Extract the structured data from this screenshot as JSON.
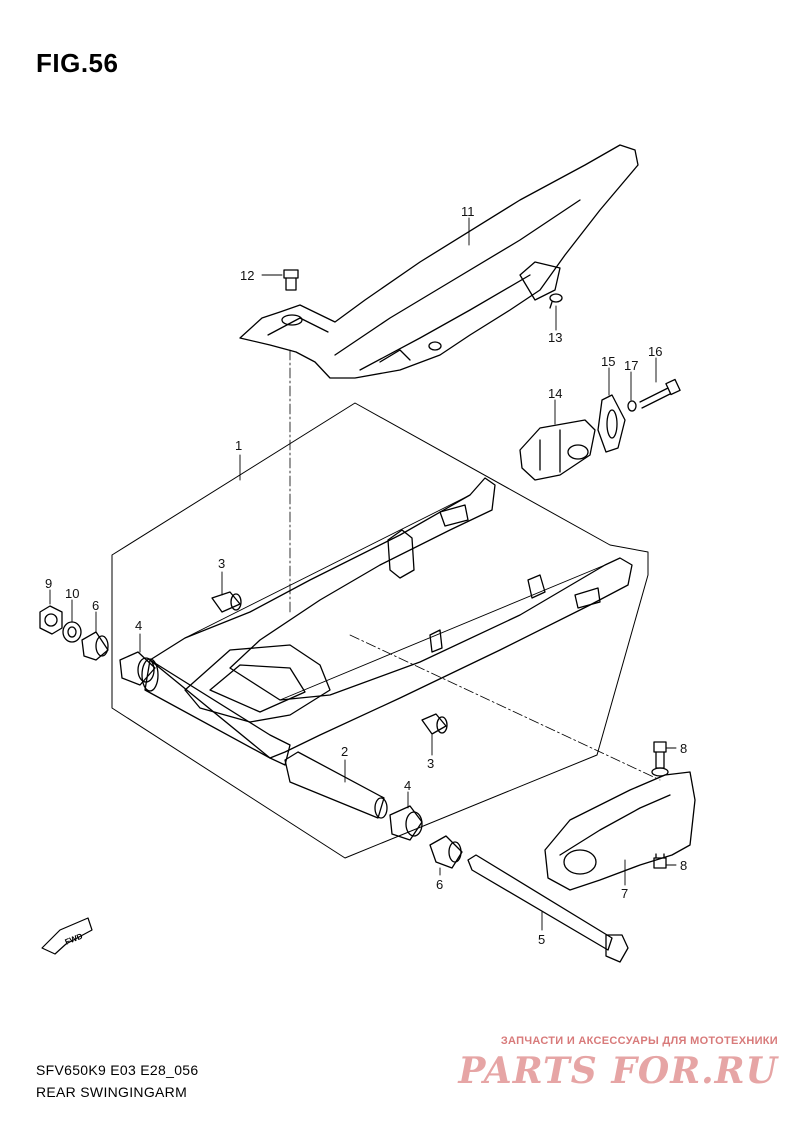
{
  "header": {
    "figure": "FIG.56"
  },
  "callouts": [
    "1",
    "2",
    "3",
    "3",
    "4",
    "4",
    "5",
    "6",
    "6",
    "7",
    "8",
    "8",
    "9",
    "10",
    "11",
    "12",
    "13",
    "14",
    "15",
    "16",
    "17"
  ],
  "fwd": "FWD",
  "footer": {
    "code": "SFV650K9 E03 E28_056",
    "name": "REAR SWINGINGARM"
  },
  "watermark": {
    "tagline": "ЗАПЧАСТИ И АКСЕССУАРЫ ДЛЯ МОТОТЕХНИКИ",
    "logo": "PARTS FOR.RU"
  },
  "colors": {
    "line": "#000000",
    "watermark": "#e6a5a5"
  }
}
